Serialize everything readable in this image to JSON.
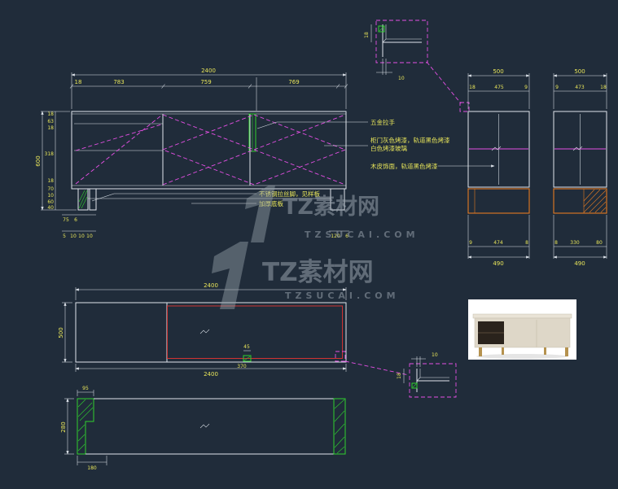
{
  "colors": {
    "background": "#202c3a",
    "line": "#dfe5ec",
    "dim_text": "#e9e65a",
    "magenta": "#e44fe4",
    "green": "#2fd12f",
    "orange": "#e57b22",
    "red": "#cf3333",
    "watermark": "#97a1ab",
    "photo_bg": "#ffffff",
    "photo_top": "#e9e3d6",
    "photo_body": "#ded7c8",
    "photo_dark": "#2a231c",
    "photo_gold": "#b5924f"
  },
  "watermark": {
    "name": "TZ素材网",
    "site": "TZSUCAI.COM"
  },
  "front": {
    "total_width": "2400",
    "width_chain": [
      "18",
      "783",
      "759",
      "769"
    ],
    "height_total": "600",
    "height_chain": [
      "18",
      "63",
      "18",
      "318",
      "18"
    ],
    "base_chain": [
      "70",
      "10",
      "60",
      "40"
    ],
    "foot_dims": [
      "75",
      "6"
    ],
    "foot_chain": [
      "5",
      "10",
      "10",
      "10"
    ],
    "right_foot_dims": [
      "120",
      "6"
    ],
    "annotations": {
      "handle": "五金拉手",
      "door_line1": "柜门灰色烤漆，轨道黑色烤漆",
      "door_line2": "白色烤漆玻璃",
      "wood": "木皮饰面，轨道黑色烤漆",
      "steel_foot": "不锈钢拉丝脚，见样板",
      "thick_base": "加厚底板"
    }
  },
  "detail_top": {
    "width": "10",
    "height": "18"
  },
  "detail_bottom": {
    "width": "10",
    "height": "18"
  },
  "side_left": {
    "total_width": "500",
    "top_chain": [
      "18",
      "475",
      "9"
    ],
    "bottom_chain": [
      "9",
      "474",
      "8"
    ],
    "bottom_total": "490"
  },
  "side_right": {
    "total_width": "500",
    "top_chain": [
      "9",
      "473",
      "18"
    ],
    "bottom_chain": [
      "8",
      "330",
      "80"
    ],
    "bottom_total": "490"
  },
  "plan": {
    "total_top": "2400",
    "depth": "500",
    "total_bottom": "2400",
    "notch_width": "45",
    "notch_offset": "370"
  },
  "profile": {
    "top_width": "95",
    "height": "280",
    "bottom_width": "180"
  }
}
